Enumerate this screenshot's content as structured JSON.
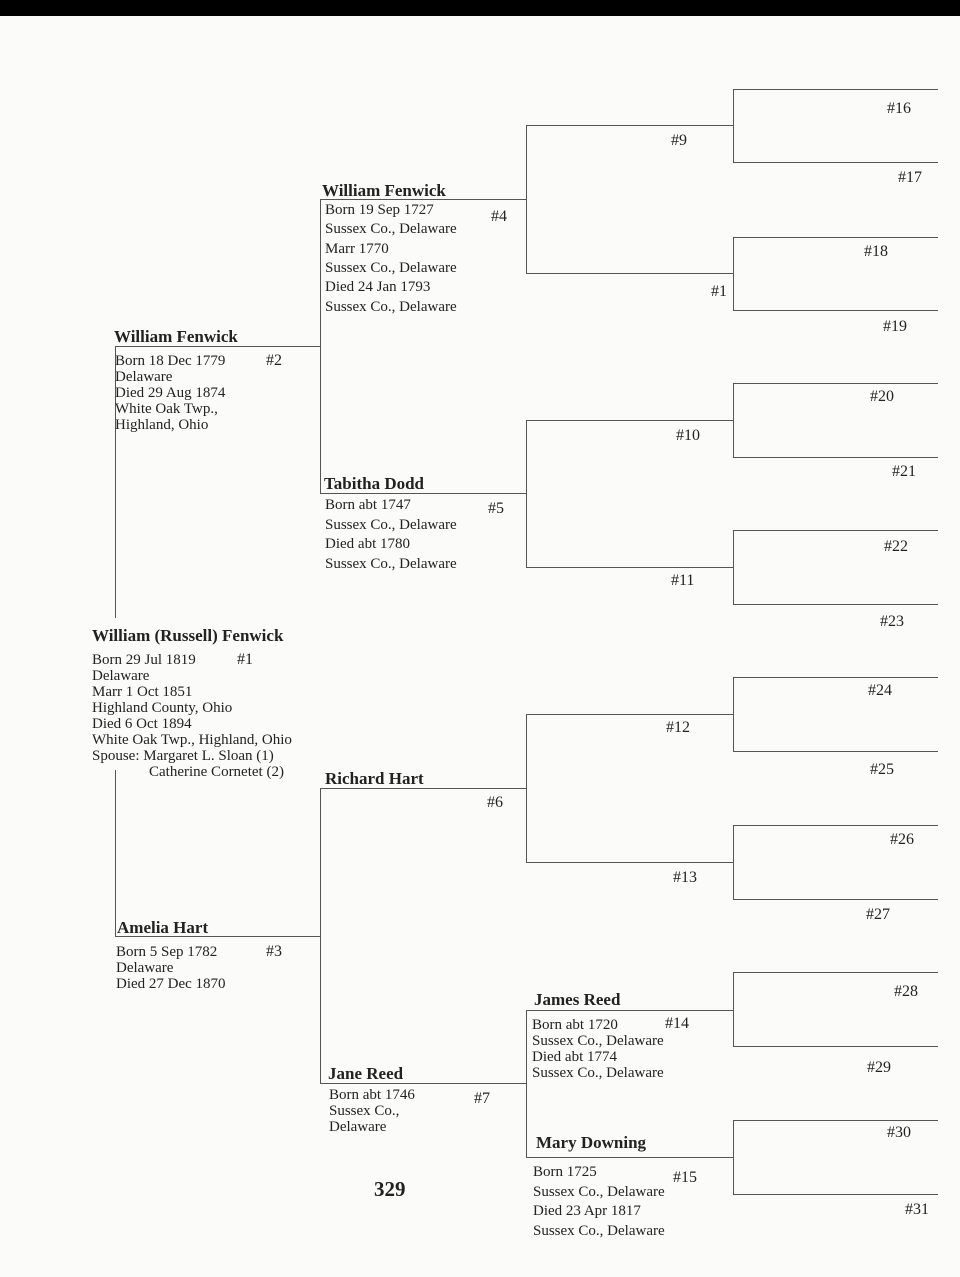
{
  "page_number": "329",
  "persons": [
    {
      "id": "p1",
      "name": "William (Russell) Fenwick",
      "number": "#1",
      "lines": [
        "Born 29 Jul 1819",
        "Delaware",
        "Marr 1 Oct 1851",
        "Highland County, Ohio",
        "Died 6 Oct 1894",
        "White Oak Twp., Highland, Ohio",
        "Spouse: Margaret L. Sloan (1)",
        "Catherine Cornetet (2)"
      ]
    },
    {
      "id": "p2",
      "name": "William Fenwick",
      "number": "#2",
      "lines": [
        "Born 18 Dec 1779",
        "Delaware",
        "Died 29 Aug 1874",
        "White Oak Twp.,",
        "Highland, Ohio"
      ]
    },
    {
      "id": "p3",
      "name": "Amelia Hart",
      "number": "#3",
      "lines": [
        "Born 5 Sep 1782",
        "Delaware",
        "Died 27 Dec 1870"
      ]
    },
    {
      "id": "p4",
      "name": "William Fenwick",
      "number": "#4",
      "lines": [
        "Born 19 Sep 1727",
        "Sussex Co., Delaware",
        "Marr 1770",
        "Sussex Co., Delaware",
        "Died 24 Jan 1793",
        "Sussex Co., Delaware"
      ]
    },
    {
      "id": "p5",
      "name": "Tabitha Dodd",
      "number": "#5",
      "lines": [
        "Born abt 1747",
        "Sussex Co., Delaware",
        "Died abt 1780",
        "Sussex Co., Delaware"
      ]
    },
    {
      "id": "p6",
      "name": "Richard Hart",
      "number": "#6",
      "lines": []
    },
    {
      "id": "p7",
      "name": "Jane Reed",
      "number": "#7",
      "lines": [
        "Born abt 1746",
        "Sussex Co.,",
        "Delaware"
      ]
    },
    {
      "id": "p14",
      "name": "James Reed",
      "number": "#14",
      "lines": [
        "Born abt 1720",
        "Sussex Co., Delaware",
        "Died abt 1774",
        "Sussex Co., Delaware"
      ]
    },
    {
      "id": "p15",
      "name": "Mary Downing",
      "number": "#15",
      "lines": [
        "Born 1725",
        "Sussex Co., Delaware",
        "Died 23 Apr 1817",
        "Sussex Co., Delaware"
      ]
    }
  ],
  "gen4_numbers": [
    "#9",
    "#1",
    "#10",
    "#11",
    "#12",
    "#13"
  ],
  "gen5_numbers": [
    "#16",
    "#17",
    "#18",
    "#19",
    "#20",
    "#21",
    "#22",
    "#23",
    "#24",
    "#25",
    "#26",
    "#27",
    "#28",
    "#29",
    "#30",
    "#31"
  ]
}
